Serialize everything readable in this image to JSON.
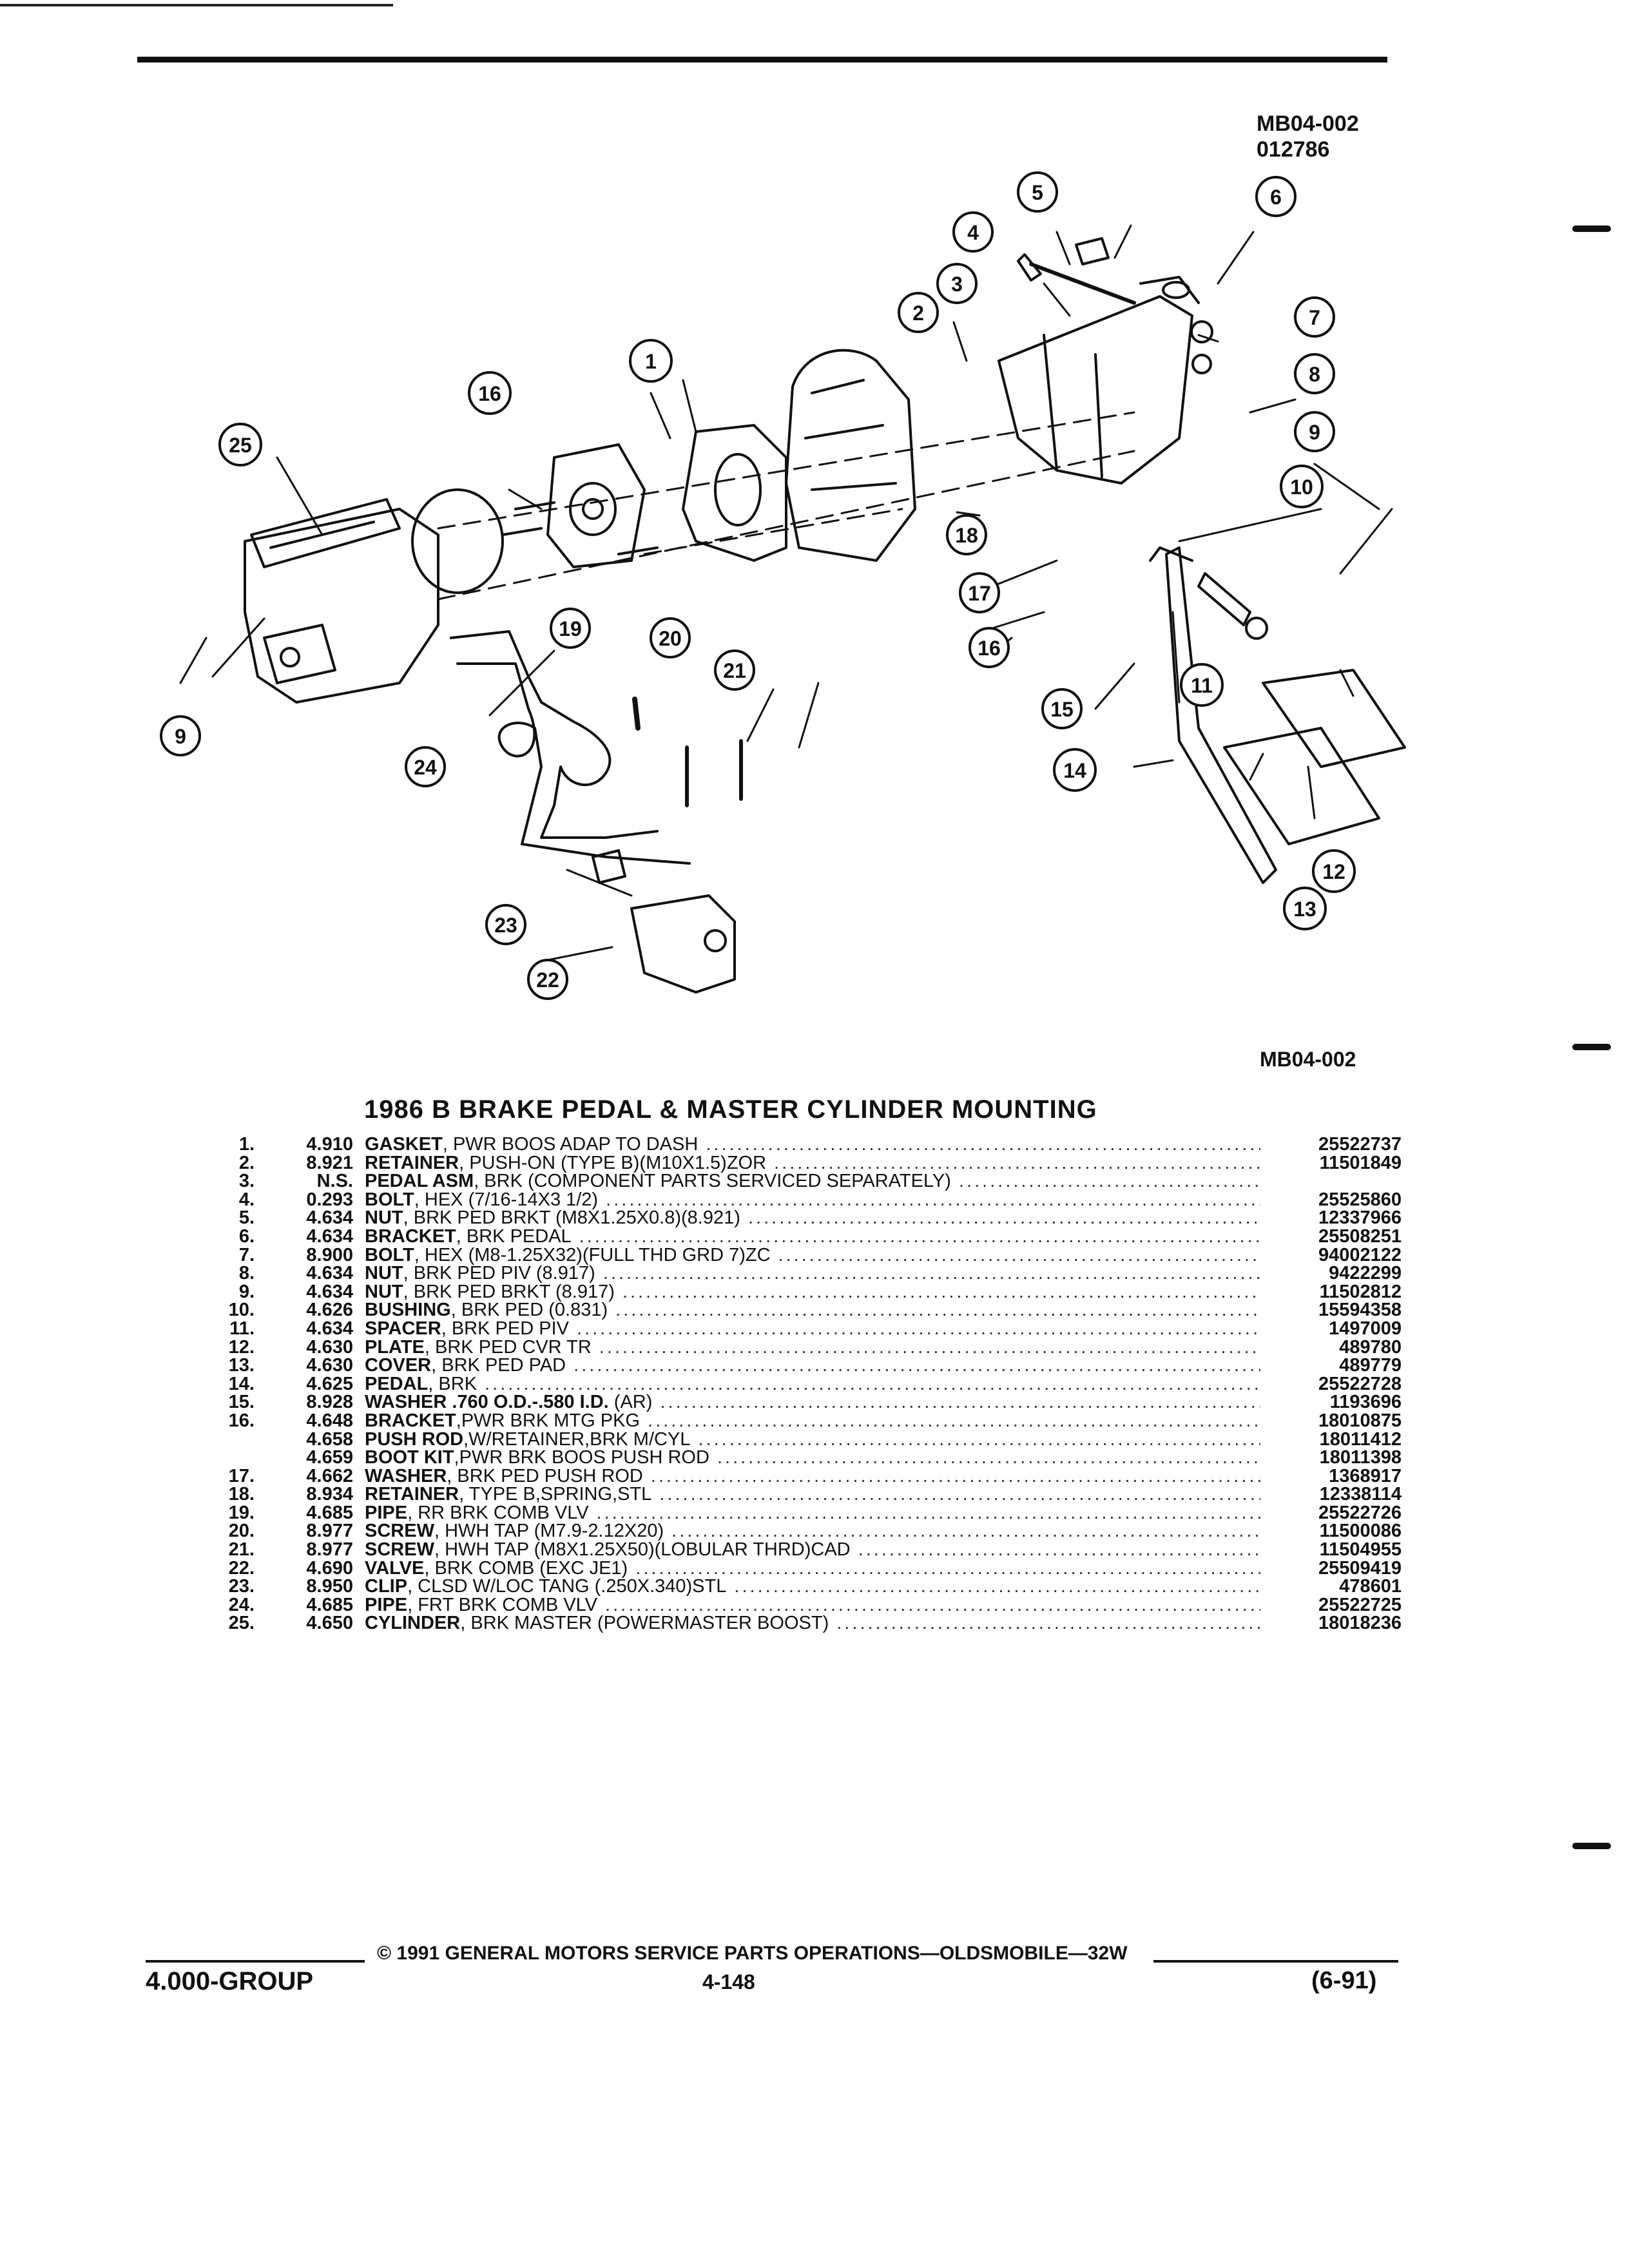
{
  "header": {
    "figure_code": "MB04-002",
    "date_code": "012786",
    "figure_code_bottom": "MB04-002"
  },
  "diagram": {
    "callouts": [
      "1",
      "2",
      "3",
      "4",
      "5",
      "6",
      "7",
      "8",
      "9",
      "10",
      "11",
      "12",
      "13",
      "14",
      "15",
      "16",
      "17",
      "18",
      "19",
      "20",
      "21",
      "22",
      "23",
      "24",
      "25"
    ]
  },
  "title": "1986 B BRAKE PEDAL & MASTER CYLINDER MOUNTING",
  "parts": [
    {
      "idx": "1.",
      "cat": "4.910",
      "name": "GASKET",
      "desc": ", PWR BOOS ADAP TO DASH",
      "pn": "25522737"
    },
    {
      "idx": "2.",
      "cat": "8.921",
      "name": "RETAINER",
      "desc": ", PUSH-ON (TYPE B)(M10X1.5)ZOR",
      "pn": "11501849"
    },
    {
      "idx": "3.",
      "cat": "N.S.",
      "name": "PEDAL ASM",
      "desc": ", BRK (COMPONENT PARTS SERVICED SEPARATELY)",
      "pn": ""
    },
    {
      "idx": "4.",
      "cat": "0.293",
      "name": "BOLT",
      "desc": ", HEX (7/16-14X3 1/2)",
      "pn": "25525860"
    },
    {
      "idx": "5.",
      "cat": "4.634",
      "name": "NUT",
      "desc": ", BRK PED BRKT (M8X1.25X0.8)(8.921)",
      "pn": "12337966"
    },
    {
      "idx": "6.",
      "cat": "4.634",
      "name": "BRACKET",
      "desc": ", BRK PEDAL",
      "pn": "25508251"
    },
    {
      "idx": "7.",
      "cat": "8.900",
      "name": "BOLT",
      "desc": ", HEX (M8-1.25X32)(FULL THD GRD 7)ZC",
      "pn": "94002122"
    },
    {
      "idx": "8.",
      "cat": "4.634",
      "name": "NUT",
      "desc": ", BRK PED PIV (8.917)",
      "pn": "9422299"
    },
    {
      "idx": "9.",
      "cat": "4.634",
      "name": "NUT",
      "desc": ", BRK PED BRKT (8.917)",
      "pn": "11502812"
    },
    {
      "idx": "10.",
      "cat": "4.626",
      "name": "BUSHING",
      "desc": ", BRK PED (0.831)",
      "pn": "15594358"
    },
    {
      "idx": "11.",
      "cat": "4.634",
      "name": "SPACER",
      "desc": ", BRK PED PIV",
      "pn": "1497009"
    },
    {
      "idx": "12.",
      "cat": "4.630",
      "name": "PLATE",
      "desc": ", BRK PED CVR TR",
      "pn": "489780"
    },
    {
      "idx": "13.",
      "cat": "4.630",
      "name": "COVER",
      "desc": ", BRK PED PAD",
      "pn": "489779"
    },
    {
      "idx": "14.",
      "cat": "4.625",
      "name": "PEDAL",
      "desc": ", BRK",
      "pn": "25522728"
    },
    {
      "idx": "15.",
      "cat": "8.928",
      "name": "WASHER .760 O.D.-.580 I.D.",
      "desc": " (AR)",
      "pn": "1193696"
    },
    {
      "idx": "16.",
      "cat": "4.648",
      "name": "BRACKET",
      "desc": ",PWR BRK MTG PKG",
      "pn": "18010875"
    },
    {
      "idx": "",
      "cat": "4.658",
      "name": "PUSH ROD",
      "desc": ",W/RETAINER,BRK M/CYL",
      "pn": "18011412"
    },
    {
      "idx": "",
      "cat": "4.659",
      "name": "BOOT KIT",
      "desc": ",PWR BRK BOOS PUSH ROD",
      "pn": "18011398"
    },
    {
      "idx": "17.",
      "cat": "4.662",
      "name": "WASHER",
      "desc": ", BRK PED PUSH ROD",
      "pn": "1368917"
    },
    {
      "idx": "18.",
      "cat": "8.934",
      "name": "RETAINER",
      "desc": ", TYPE B,SPRING,STL",
      "pn": "12338114"
    },
    {
      "idx": "19.",
      "cat": "4.685",
      "name": "PIPE",
      "desc": ", RR BRK COMB VLV",
      "pn": "25522726"
    },
    {
      "idx": "20.",
      "cat": "8.977",
      "name": "SCREW",
      "desc": ", HWH TAP (M7.9-2.12X20)",
      "pn": "11500086"
    },
    {
      "idx": "21.",
      "cat": "8.977",
      "name": "SCREW",
      "desc": ", HWH TAP (M8X1.25X50)(LOBULAR THRD)CAD",
      "pn": "11504955"
    },
    {
      "idx": "22.",
      "cat": "4.690",
      "name": "VALVE",
      "desc": ", BRK COMB (EXC JE1)",
      "pn": "25509419"
    },
    {
      "idx": "23.",
      "cat": "8.950",
      "name": "CLIP",
      "desc": ", CLSD W/LOC TANG (.250X.340)STL",
      "pn": "478601"
    },
    {
      "idx": "24.",
      "cat": "4.685",
      "name": "PIPE",
      "desc": ", FRT BRK COMB VLV",
      "pn": "25522725"
    },
    {
      "idx": "25.",
      "cat": "4.650",
      "name": "CYLINDER",
      "desc": ", BRK MASTER (POWERMASTER BOOST)",
      "pn": "18018236"
    }
  ],
  "footer": {
    "copyright": "© 1991 GENERAL MOTORS SERVICE PARTS OPERATIONS—OLDSMOBILE—32W",
    "group": "4.000-GROUP",
    "page": "4-148",
    "revision": "(6-91)"
  }
}
